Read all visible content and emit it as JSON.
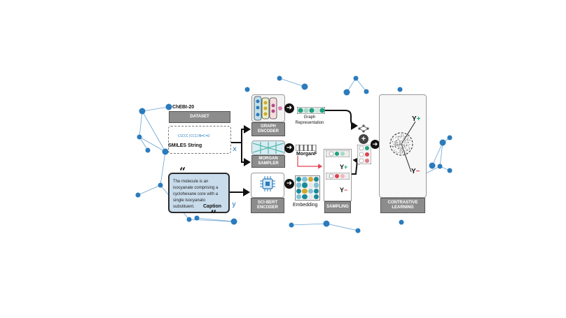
{
  "dataset": {
    "name": "ChEBI-20",
    "label": "DATASET"
  },
  "smiles": {
    "code": "C1CCC(CC1)N=C=O",
    "caption": "SMILES String",
    "symbol": "x"
  },
  "caption_box": {
    "open_quote": "“",
    "text": "The molecule is an isocyanate comprising a cyclohexane core with a single isocyanato substituent.",
    "label": "Caption",
    "close_quote": "”",
    "symbol": "y"
  },
  "blocks": {
    "graph_encoder": "GRAPH ENCODER",
    "morgan_sampler": "MORGAN SAMPLER",
    "scibert_encoder": "SCI-BERT ENCODER",
    "sampling": "SAMPLING",
    "contrastive": "CONTRASTIVE LEARNING"
  },
  "outputs": {
    "graph_repr": "Graph Representation",
    "morganf": "MorganF",
    "embedding": "Embedding"
  },
  "symbols": {
    "y_pos": "Y",
    "y_neg": "Y",
    "pos_sign": "+",
    "neg_sign": "−",
    "plus": "+"
  },
  "colors": {
    "teal": "#1aa37f",
    "red": "#e0414f",
    "blue_node": "#2b7bbd",
    "caption_bg": "#c9dcec",
    "gray": "#8c8c8c"
  }
}
